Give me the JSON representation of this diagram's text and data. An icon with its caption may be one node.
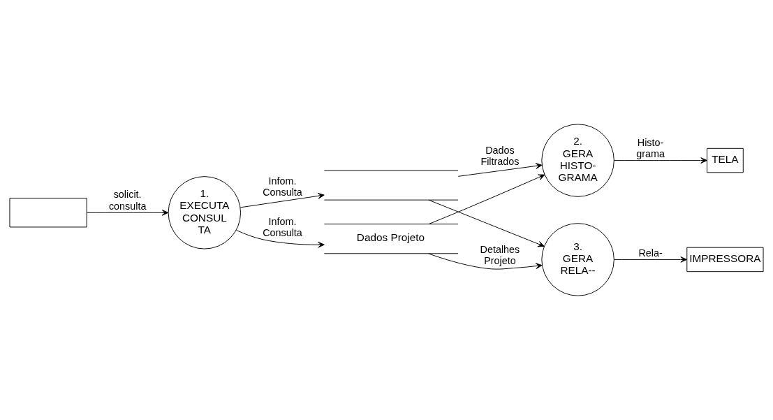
{
  "diagram": {
    "nodes": [
      {
        "text": [],
        "shape": "box"
      },
      {
        "text": [],
        "shape": "store"
      },
      {
        "text": [
          "1.",
          "EXECUTA CONSUL TA"
        ]
      },
      {
        "text": [
          "2.",
          "GERA HISTO- GRAMA"
        ]
      },
      {
        "text": [
          "TELA"
        ]
      },
      {
        "text": [
          "3.",
          "GERA RELA--"
        ]
      },
      {
        "text": [
          "Dados Projeto"
        ]
      },
      {
        "text": [
          "IMPRESSORA"
        ]
      }
    ],
    "edges": [
      {
        "from": 0,
        "to": 2,
        "arrow": "to",
        "label": "solicit. consulta"
      },
      {
        "from": 2,
        "to": 1,
        "arrow": "to",
        "label": "Infom. Consulta"
      },
      {
        "from": 1,
        "to": 3,
        "arrow": "to",
        "label": "Dados Filtrados"
      },
      {
        "from": 1,
        "to": 5,
        "arrow": "to"
      },
      {
        "from": 2,
        "to": 6,
        "arrow": "to",
        "label": "Infom. Consulta"
      },
      {
        "from": 6,
        "to": 3,
        "arrow": "to"
      },
      {
        "from": 6,
        "to": 5,
        "arrow": "to",
        "label": "Detalhes Projeto"
      },
      {
        "from": 3,
        "to": 4,
        "arrow": "to",
        "label": "Histo- grama"
      },
      {
        "from": 5,
        "to": 7,
        "arrow": "to",
        "label": "Rela-"
      }
    ]
  }
}
